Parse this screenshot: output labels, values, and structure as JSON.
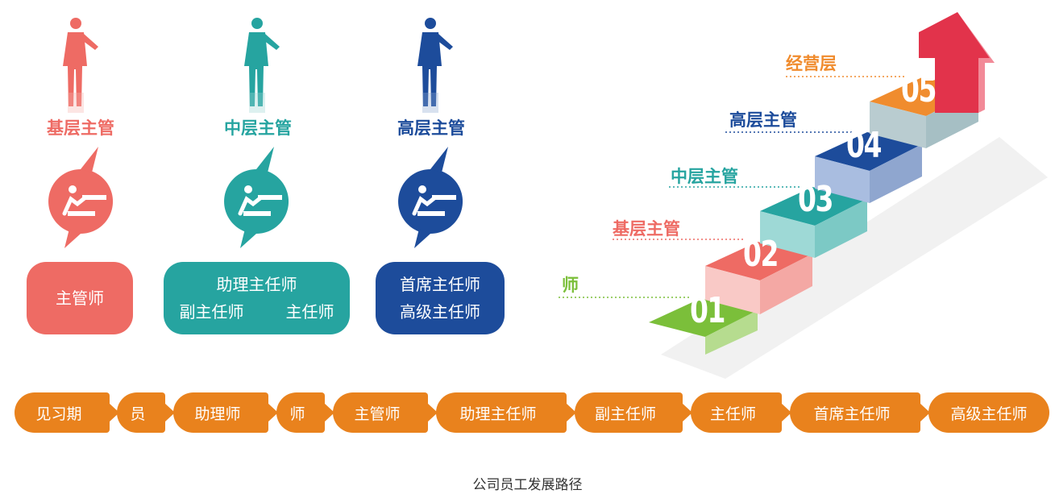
{
  "managers": [
    {
      "title": "基层主管",
      "color": "#ee6b64",
      "titles": [
        "主管师"
      ]
    },
    {
      "title": "中层主管",
      "color": "#26a4a0",
      "titles": [
        "助理主任师",
        "副主任师",
        "主任师"
      ]
    },
    {
      "title": "高层主管",
      "color": "#1d4c9b",
      "titles": [
        "首席主任师",
        "高级主任师"
      ]
    }
  ],
  "staircase": [
    {
      "num": "01",
      "label": "师",
      "color": "#7bbf3a",
      "label_color": "#7bbf3a"
    },
    {
      "num": "02",
      "label": "基层主管",
      "color": "#ee6b64",
      "label_color": "#ee6b64"
    },
    {
      "num": "03",
      "label": "中层主管",
      "color": "#26a4a0",
      "label_color": "#26a4a0"
    },
    {
      "num": "04",
      "label": "高层主管",
      "color": "#1d4c9b",
      "label_color": "#1d4c9b"
    },
    {
      "num": "05",
      "label": "经营层",
      "color": "#f08c2e",
      "label_color": "#f08c2e"
    }
  ],
  "arrow_color": "#e2334b",
  "path": [
    "见习期",
    "员",
    "助理师",
    "师",
    "主管师",
    "助理主任师",
    "副主任师",
    "主任师",
    "首席主任师",
    "高级主任师"
  ],
  "path_color": "#e9821d",
  "caption": "公司员工发展路径"
}
